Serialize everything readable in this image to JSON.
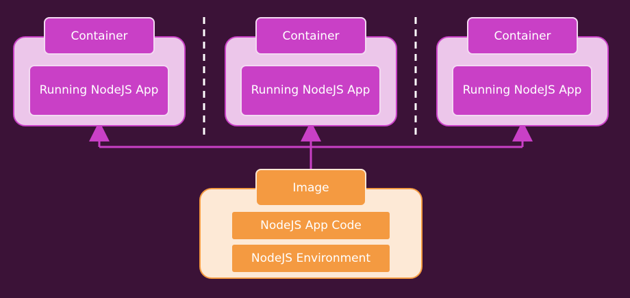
{
  "colors": {
    "background": "#3b1237",
    "container_fill": "#ecc6ea",
    "container_accent": "#c940c6",
    "image_fill": "#fde9d6",
    "image_accent": "#f49a41",
    "divider": "#ffffff"
  },
  "containers": [
    {
      "label": "Container",
      "content": "Running NodeJS App"
    },
    {
      "label": "Container",
      "content": "Running NodeJS App"
    },
    {
      "label": "Container",
      "content": "Running NodeJS App"
    }
  ],
  "image": {
    "label": "Image",
    "layers": [
      "NodeJS App Code",
      "NodeJS Environment"
    ]
  }
}
